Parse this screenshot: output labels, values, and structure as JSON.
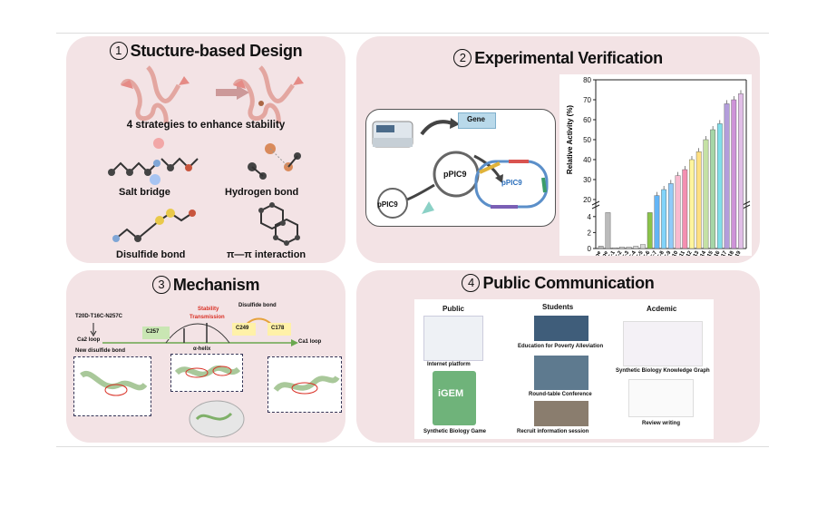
{
  "panel1": {
    "number": "①",
    "title": "Stucture-based Design",
    "subtitle": "4 strategies to enhance stability",
    "items": [
      "Salt bridge",
      "Hydrogen bond",
      "Disulfide bond",
      "π—π interaction"
    ]
  },
  "panel2": {
    "number": "②",
    "title": "Experimental Verification",
    "gene_label": "Gene",
    "vector_label": "pPIC9",
    "vector_label2": "pPIC9",
    "plasmid_label": "pPIC9",
    "chart_data": {
      "type": "bar",
      "ylabel": "Relative Activity (%)",
      "yticks": [
        "0",
        "2",
        "4",
        "20",
        "30",
        "40",
        "50",
        "60",
        "70",
        "80"
      ],
      "categories": [
        "Commercial Type",
        "Wild Type",
        "LYTT-1",
        "LYTT-2",
        "LYTT-3",
        "LYTT-4",
        "LYTT-5",
        "LYTT-6",
        "LYTT-7",
        "LYTT-8",
        "LYTT-9",
        "LYTT-10",
        "LYTT-11",
        "LYTT-12",
        "LYTT-13",
        "LYTT-14",
        "LYTT-15",
        "LYTT-16",
        "LYTT-17",
        "LYTT-18",
        "LYTT-19"
      ],
      "values": [
        0.3,
        4.5,
        0.1,
        0.2,
        0.2,
        0.3,
        0.5,
        4.5,
        22,
        25,
        28,
        32,
        35,
        40,
        44,
        50,
        55,
        58,
        68,
        70,
        73
      ],
      "colors": [
        "#bbbbbb",
        "#bbbbbb",
        "#d9d9d9",
        "#d9d9d9",
        "#d9d9d9",
        "#d9d9d9",
        "#d9d9d9",
        "#8bc34a",
        "#64b5f6",
        "#81d4fa",
        "#90caf9",
        "#f8bbd0",
        "#f48fb1",
        "#fff59d",
        "#ffe082",
        "#c5e1a5",
        "#a5d6a7",
        "#80deea",
        "#b39ddb",
        "#ce93d8",
        "#e1bee7"
      ]
    }
  },
  "panel3": {
    "number": "③",
    "title": "Mechanism",
    "mutation": "T20D-T16C-N257C",
    "ca2": "Ca2 loop",
    "ca1": "Ca1 loop",
    "new_disulfide": "New disulfide bond",
    "stability": "Stability",
    "transmission": "Transmission",
    "disulfide": "Disulfide bond",
    "helix": "α-helix",
    "c257": "C257",
    "c249": "C249",
    "c178": "C178"
  },
  "panel4": {
    "number": "④",
    "title": "Public Communication",
    "col_public": "Public",
    "col_students": "Students",
    "col_academic": "Acdemic",
    "internet": "Internet platform",
    "game": "Synthetic Biology Game",
    "igem": "iGEM",
    "poverty": "Education for Poverty Alleviation",
    "roundtable": "Round-table Conference",
    "recruit": "Recruit information session",
    "graph": "Synthetic Biology Knowledge Graph",
    "review": "Review writing"
  }
}
